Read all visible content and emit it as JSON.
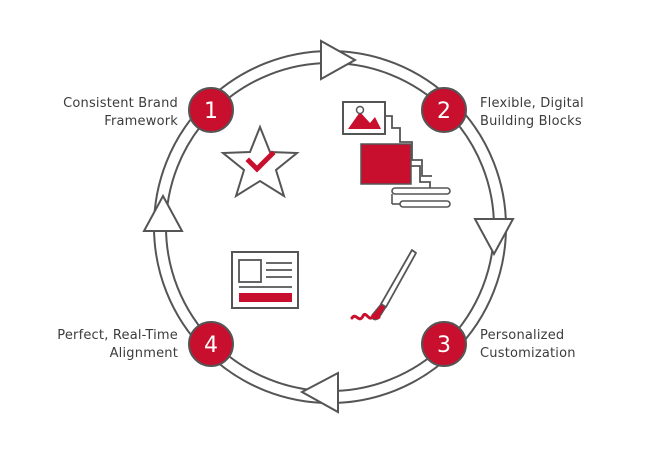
{
  "colors": {
    "accent": "#c8102e",
    "stroke": "#555555",
    "white": "#ffffff"
  },
  "steps": [
    {
      "number": "1",
      "lines": [
        "Consistent Brand",
        "Framework"
      ]
    },
    {
      "number": "2",
      "lines": [
        "Flexible, Digital",
        "Building Blocks"
      ]
    },
    {
      "number": "3",
      "lines": [
        "Personalized",
        "Customization"
      ]
    },
    {
      "number": "4",
      "lines": [
        "Perfect, Real-Time",
        "Alignment"
      ]
    }
  ],
  "icons": [
    "star-check-icon",
    "building-blocks-icon",
    "paintbrush-icon",
    "document-layout-icon"
  ]
}
